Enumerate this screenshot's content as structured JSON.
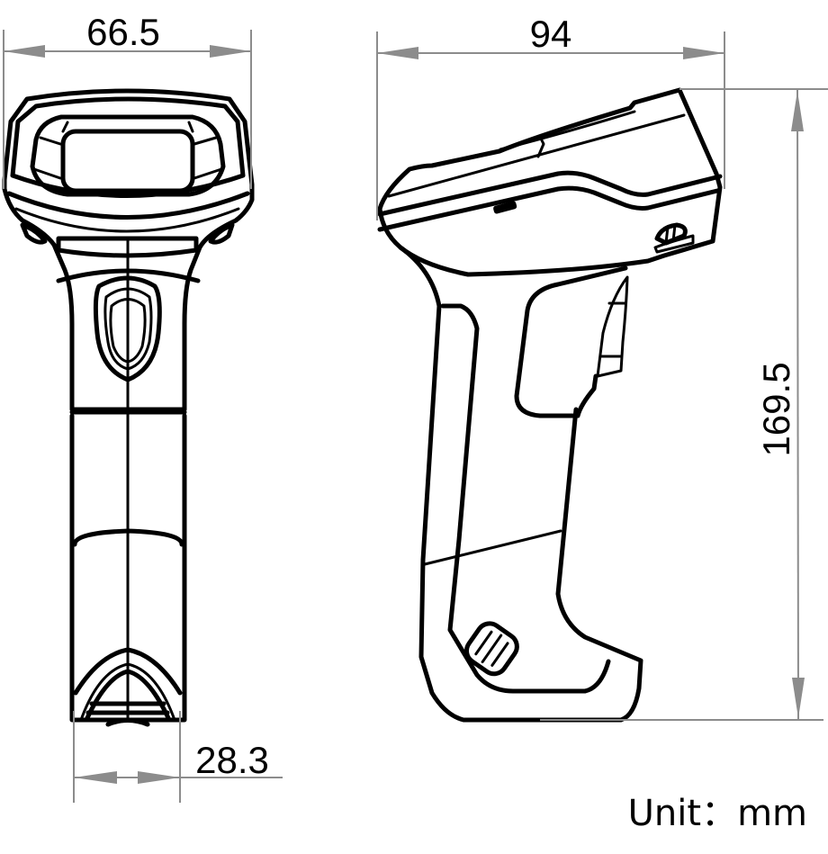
{
  "drawing": {
    "title": "Handheld barcode scanner dimension drawing",
    "views": [
      {
        "name": "front-view"
      },
      {
        "name": "side-view"
      }
    ],
    "dimensions": {
      "front_width": "66.5",
      "side_length": "94",
      "height": "169.5",
      "base_width": "28.3"
    },
    "unit_label": "Unit：mm",
    "colors": {
      "outline": "#000000",
      "dimension_line": "#8c8c8c",
      "background": "#ffffff"
    }
  }
}
